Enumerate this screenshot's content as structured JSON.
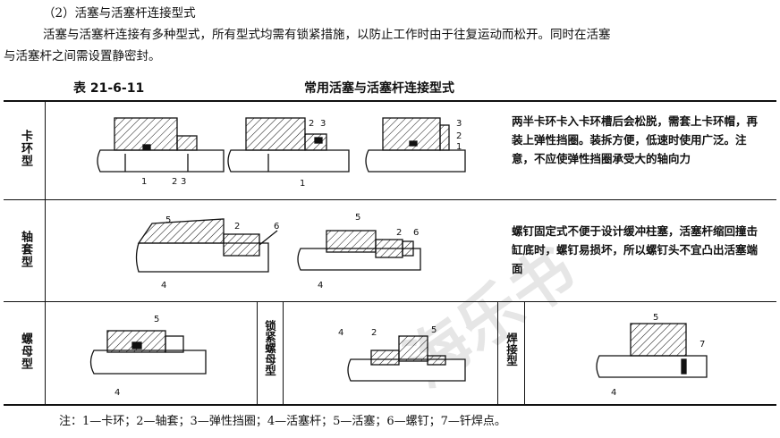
{
  "section": {
    "title": "（2）活塞与活塞杆连接型式"
  },
  "paragraph": {
    "line1": "活塞与活塞杆连接有多种型式，所有型式均需有锁紧措施，以防止工作时由于往复运动而松开。同时在活塞",
    "line2": "与活塞杆之间需设置静密封。"
  },
  "table": {
    "number": "表 21-6-11",
    "title": "常用活塞与活塞杆连接型式",
    "rows": [
      {
        "label": "卡环型",
        "description": "两半卡环卡入卡环槽后会松脱，需套上卡环帽，再装上弹性挡圈。装拆方便，低速时使用广泛。注意，不应使弹性挡圈承受大的轴向力"
      },
      {
        "label": "轴套型",
        "description": "螺钉固定式不便于设计缓冲柱塞，活塞杆缩回撞击缸底时，螺钉易损坏，所以螺钉头不宜凸出活塞端面"
      },
      {
        "label": "螺母型",
        "sub_labels": [
          "锁紧螺母型",
          "焊接型"
        ]
      }
    ],
    "callouts": {
      "r1a": [
        "1",
        "2",
        "3"
      ],
      "r1b": [
        "2",
        "3",
        "1"
      ],
      "r1c": [
        "3",
        "2",
        "1"
      ],
      "r2a": [
        "5",
        "2",
        "6",
        "4"
      ],
      "r2b": [
        "5",
        "2",
        "6",
        "4"
      ],
      "r3a": [
        "5",
        "4"
      ],
      "r3b": [
        "4",
        "2",
        "5"
      ],
      "r3c": [
        "5",
        "7",
        "4"
      ]
    }
  },
  "note": "注：1—卡环；2—轴套；3—弹性挡圈；4—活塞杆；5—活塞；6—螺钉；7—钎焊点。",
  "watermark": "海乐书"
}
